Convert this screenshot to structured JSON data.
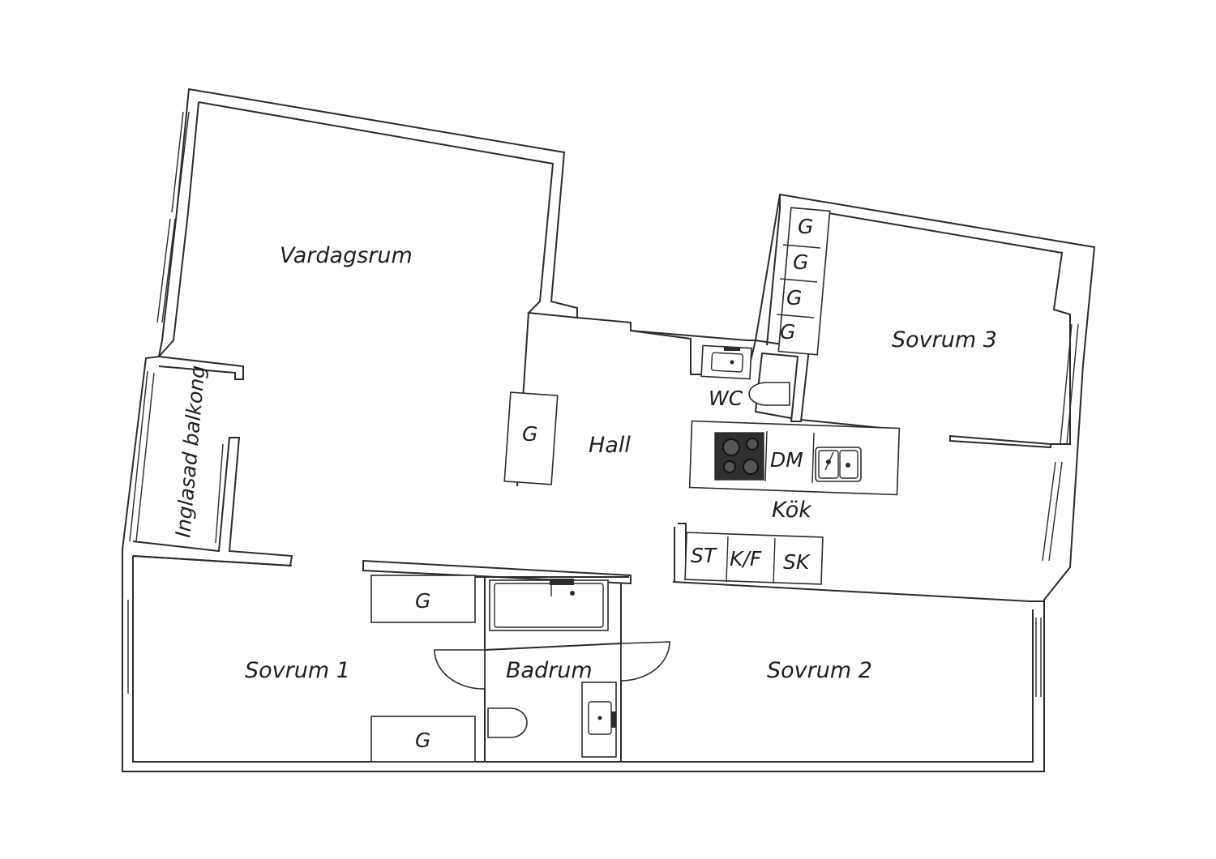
{
  "rooms": {
    "vardagsrum": "Vardagsrum",
    "balkong": "Inglasad balkong",
    "hall": "Hall",
    "wc": "WC",
    "sovrum3": "Sovrum 3",
    "kok": "Kök",
    "sovrum1": "Sovrum 1",
    "badrum": "Badrum",
    "sovrum2": "Sovrum 2"
  },
  "fixtures": {
    "g": "G",
    "dm": "DM",
    "st": "ST",
    "kf": "K/F",
    "sk": "SK"
  },
  "icons": [
    "stove-icon",
    "sink-icon",
    "bathtub-icon",
    "toilet-icon",
    "basin-icon",
    "door-swing-icon"
  ]
}
